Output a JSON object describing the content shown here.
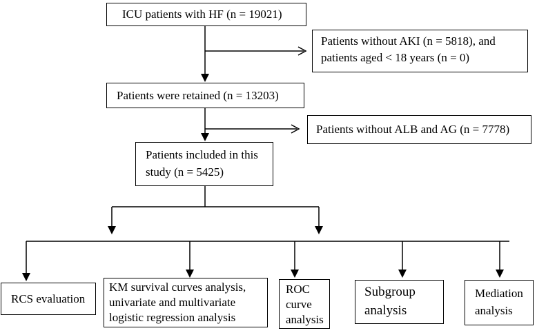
{
  "boxes": {
    "icu": "ICU patients with HF (n = 19021)",
    "excl1_line1": "Patients without AKI (n = 5818), and",
    "excl1_line2": "patients aged < 18 years (n = 0)",
    "retained": "Patients were retained (n = 13203)",
    "excl2": "Patients without ALB and AG (n = 7778)",
    "included_line1": "Patients included in this",
    "included_line2": "study (n = 5425)",
    "rcs": "RCS evaluation",
    "km_line1": "KM survival curves analysis,",
    "km_line2": "univariate and multivariate",
    "km_line3": "logistic regression analysis",
    "roc_line1": "ROC",
    "roc_line2": "curve",
    "roc_line3": "analysis",
    "subgroup_line1": "Subgroup",
    "subgroup_line2": "analysis",
    "mediation_line1": "Mediation",
    "mediation_line2": "analysis"
  }
}
